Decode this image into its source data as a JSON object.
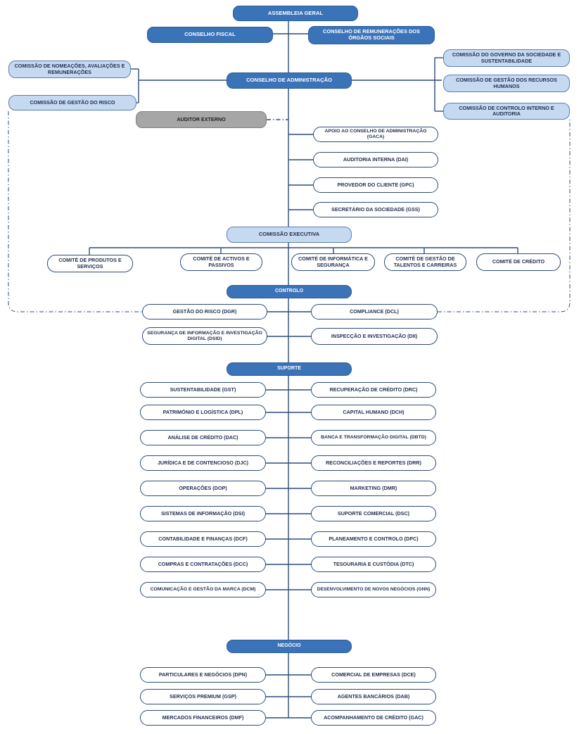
{
  "colors": {
    "dark_box": "#3b73b9",
    "light_box": "#c5d9f1",
    "grey_box": "#a6a6a6",
    "outline": "#2c4c7a"
  },
  "top": {
    "assembleia": "ASSEMBLEIA GERAL",
    "conselho_fiscal": "CONSELHO FISCAL",
    "conselho_remuneracoes": "CONSELHO  DE REMUNERAÇÕES DOS ÓRGÃOS SOCIAIS",
    "conselho_administracao": "CONSELHO DE ADMINISTRAÇÃO",
    "comissao_nomeacoes": "COMISSÃO DE NOMEAÇÕES, AVALIAÇÕES E REMUNERAÇÕES",
    "comissao_risco": "COMISSÃO DE GESTÃO DO RISCO",
    "comissao_governo": "COMISSÃO DO GOVERNO DA SOCIEDADE E SUSTENTABILIDADE",
    "comissao_rh": "COMISSÃO DE GESTÃO DOS RECURSOS HUMANOS",
    "comissao_controlo": "COMISSÃO DE CONTROLO INTERNO E AUDITORIA",
    "auditor_externo": "AUDITOR EXTERNO"
  },
  "board_support": [
    "APOIO AO CONSELHO DE ADMINISTRAÇÃO (GACA)",
    "AUDITORIA INTERNA (DAI)",
    "PROVEDOR DO CLIENTE (GPC)",
    "SECRETÁRIO DA SOCIEDADE (GSS)"
  ],
  "executive": {
    "title": "COMISSÃO EXECUTIVA",
    "committees": [
      "COMITÉ DE PRODUTOS E SERVIÇOS",
      "COMITÉ DE ACTIVOS E PASSIVOS",
      "COMITÉ DE INFORMÁTICA E SEGURANÇA",
      "COMITÉ DE GESTÃO DE TALENTOS E CARREIRAS",
      "COMITÉ DE CRÉDITO"
    ]
  },
  "controlo": {
    "title": "CONTROLO",
    "left": [
      "GESTÃO DO RISCO (DGR)",
      "SEGURANÇA DE INFORMAÇÃO E INVESTIGAÇÃO DIGITAL (DSID)"
    ],
    "right": [
      "COMPLIANCE (DCL)",
      "INSPECÇÃO E INVESTIGAÇÃO (DII)"
    ]
  },
  "suporte": {
    "title": "SUPORTE",
    "left": [
      "SUSTENTABILIDADE  (GST)",
      "PATRIMÓNIO E LOGÍSTICA (DPL)",
      "ANÁLISE DE CRÉDITO (DAC)",
      "JURÍDICA E DE CONTENCIOSO (DJC)",
      "OPERAÇÕES (DOP)",
      "SISTEMAS DE INFORMAÇÃO (DSI)",
      "CONTABILIDADE E FINANÇAS (DCF)",
      "COMPRAS E CONTRATAÇÕES (DCC)",
      "COMUNICAÇÃO E GESTÃO DA MARCA (DCM)"
    ],
    "right": [
      "RECUPERAÇÃO DE CRÉDITO (DRC)",
      "CAPITAL HUMANO (DCH)",
      "BANCA E TRANSFORMAÇÃO DIGITAL (DBTD)",
      "RECONCILIAÇÕES E REPORTES (DRR)",
      "MARKETING (DMR)",
      "SUPORTE COMERCIAL (DSC)",
      "PLANEAMENTO E CONTROLO (DPC)",
      "TESOURARIA E CUSTÓDIA (DTC)",
      "DESENVOLVIMENTO DE NOVOS NEGÓCIOS (GNN)"
    ]
  },
  "negocio": {
    "title": "NEGÓCIO",
    "left": [
      "PARTICULARES E NEGÓCIOS (DPN)",
      "SERVIÇOS PREMIUM (GSP)",
      "MERCADOS FINANCEIROS (DMF)"
    ],
    "right": [
      "COMERCIAL DE EMPRESAS (DCE)",
      "AGENTES BANCÁRIOS (DAB)",
      "ACOMPANHAMENTO DE CRÉDITO (GAC)"
    ]
  }
}
